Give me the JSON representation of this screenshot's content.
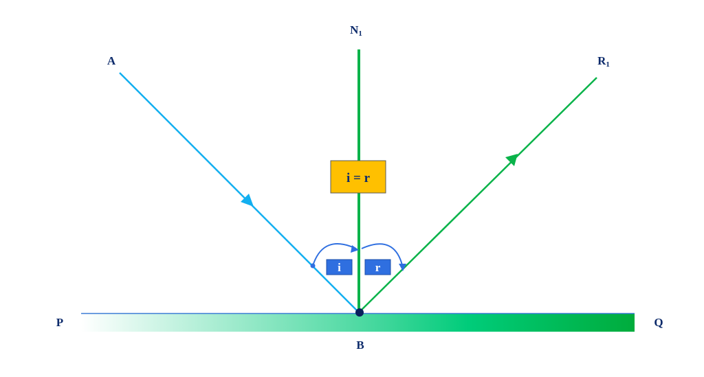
{
  "diagram": {
    "title": "Law of Reflection",
    "points": {
      "A": "A",
      "N1": "N",
      "N1_sub": "1",
      "R1": "R",
      "R1_sub": "1",
      "P": "P",
      "Q": "Q",
      "B": "B"
    },
    "equation_label": "i = r",
    "angle_incidence_label": "i",
    "angle_reflection_label": "r",
    "colors": {
      "incident_ray": "#12aff0",
      "reflected_ray": "#0ab34a",
      "normal": "#0ab34a",
      "mirror_gradient_start": "#ffffff",
      "mirror_gradient_mid": "#00cc7a",
      "mirror_gradient_end": "#00ac3c",
      "mirror_edge": "#3a7bd5",
      "label_text": "#0d2b6b",
      "equation_box": "#ffc000",
      "angle_box": "#2f6fe0",
      "angle_arc": "#2f6fe0",
      "point_B": "#0a1f5c"
    }
  }
}
